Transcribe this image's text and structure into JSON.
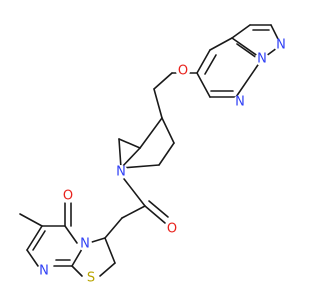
{
  "colors": {
    "bond": "#1a1a1a",
    "nitrogen": "#2f3ff5",
    "oxygen": "#e8221c",
    "sulfur": "#b8a400",
    "background": "#ffffff"
  },
  "atom_labels": [
    {
      "id": "N_imid_top",
      "text": "N",
      "element": "nitrogen"
    },
    {
      "id": "N_imid_bridge",
      "text": "N",
      "element": "nitrogen"
    },
    {
      "id": "N_pyridazine",
      "text": "N",
      "element": "nitrogen"
    },
    {
      "id": "O_ether",
      "text": "O",
      "element": "oxygen"
    },
    {
      "id": "N_piperidine",
      "text": "N",
      "element": "nitrogen"
    },
    {
      "id": "O_amide",
      "text": "O",
      "element": "oxygen"
    },
    {
      "id": "O_ketone",
      "text": "O",
      "element": "oxygen"
    },
    {
      "id": "N_bridge_lower",
      "text": "N",
      "element": "nitrogen"
    },
    {
      "id": "N_pyrimidine",
      "text": "N",
      "element": "nitrogen"
    },
    {
      "id": "S_thiazole",
      "text": "S",
      "element": "sulfur"
    }
  ]
}
